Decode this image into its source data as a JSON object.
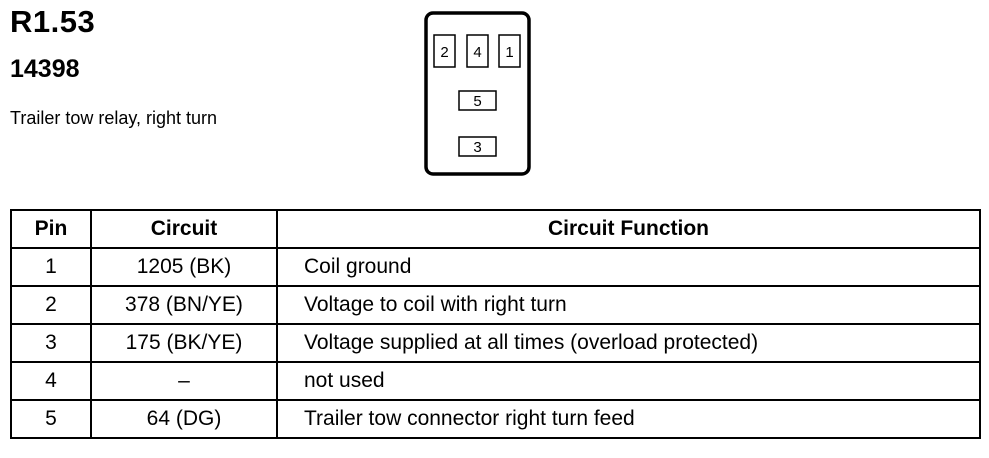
{
  "header": {
    "ref_id": "R1.53",
    "part_number": "14398",
    "description": "Trailer tow relay, right turn"
  },
  "connector": {
    "top_row_pins": [
      "2",
      "4",
      "1"
    ],
    "middle_pin": "5",
    "bottom_pin": "3"
  },
  "table": {
    "headers": [
      "Pin",
      "Circuit",
      "Circuit Function"
    ],
    "rows": [
      {
        "pin": "1",
        "circuit": "1205 (BK)",
        "function": "Coil ground"
      },
      {
        "pin": "2",
        "circuit": "378 (BN/YE)",
        "function": "Voltage to coil with right turn"
      },
      {
        "pin": "3",
        "circuit": "175 (BK/YE)",
        "function": "Voltage supplied at all times (overload protected)"
      },
      {
        "pin": "4",
        "circuit": "–",
        "function": "not used"
      },
      {
        "pin": "5",
        "circuit": "64 (DG)",
        "function": "Trailer tow connector right turn feed"
      }
    ]
  }
}
